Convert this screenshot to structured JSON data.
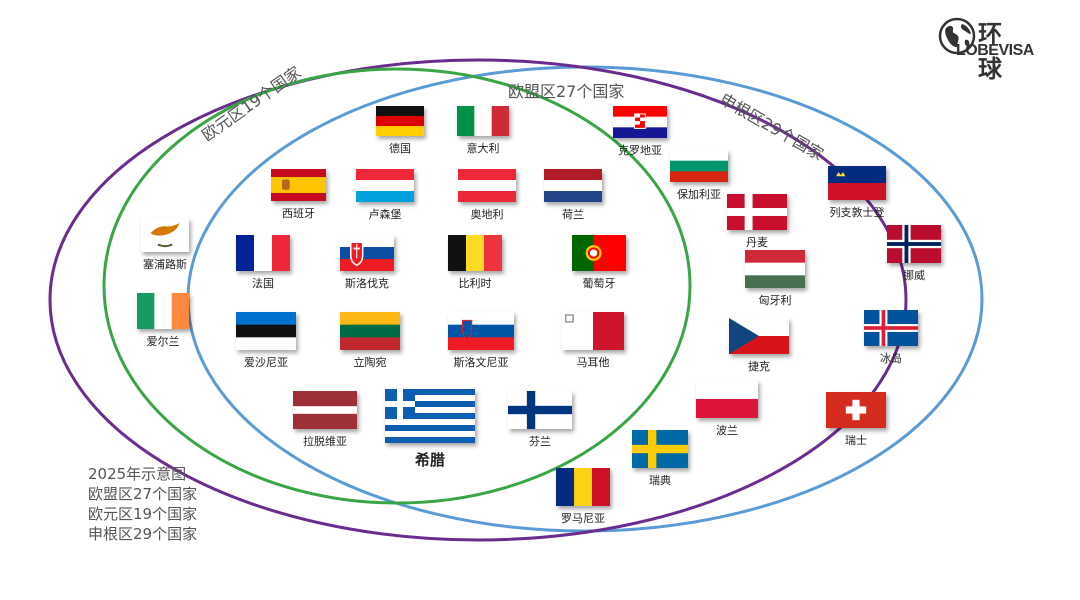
{
  "labels": {
    "eurozone": "欧元区19个国家",
    "eu": "欧盟区27个国家",
    "schengen": "申根区29个国家"
  },
  "legend": [
    "2025年示意图",
    "欧盟区27个国家",
    "欧元区19个国家",
    "申根区29个国家"
  ],
  "logo": {
    "cn": "环 球",
    "en": "LOBEVISA"
  },
  "colors": {
    "eurozone": "#3aa545",
    "eu": "#6a2c8e",
    "schengen": "#5b9bd5"
  },
  "countries": [
    {
      "name": "德国",
      "flag": "germany"
    },
    {
      "name": "意大利",
      "flag": "italy"
    },
    {
      "name": "西班牙",
      "flag": "spain"
    },
    {
      "name": "卢森堡",
      "flag": "luxembourg"
    },
    {
      "name": "奥地利",
      "flag": "austria"
    },
    {
      "name": "荷兰",
      "flag": "netherlands"
    },
    {
      "name": "法国",
      "flag": "france"
    },
    {
      "name": "斯洛伐克",
      "flag": "slovakia"
    },
    {
      "name": "比利时",
      "flag": "belgium"
    },
    {
      "name": "葡萄牙",
      "flag": "portugal"
    },
    {
      "name": "爱沙尼亚",
      "flag": "estonia"
    },
    {
      "name": "立陶宛",
      "flag": "lithuania"
    },
    {
      "name": "斯洛文尼亚",
      "flag": "slovenia"
    },
    {
      "name": "马耳他",
      "flag": "malta"
    },
    {
      "name": "拉脱维亚",
      "flag": "latvia"
    },
    {
      "name": "希腊",
      "flag": "greece"
    },
    {
      "name": "芬兰",
      "flag": "finland"
    },
    {
      "name": "塞浦路斯",
      "flag": "cyprus"
    },
    {
      "name": "爱尔兰",
      "flag": "ireland"
    },
    {
      "name": "克罗地亚",
      "flag": "croatia"
    },
    {
      "name": "保加利亚",
      "flag": "bulgaria"
    },
    {
      "name": "丹麦",
      "flag": "denmark"
    },
    {
      "name": "匈牙利",
      "flag": "hungary"
    },
    {
      "name": "捷克",
      "flag": "czechia"
    },
    {
      "name": "波兰",
      "flag": "poland"
    },
    {
      "name": "瑞典",
      "flag": "sweden"
    },
    {
      "name": "罗马尼亚",
      "flag": "romania"
    },
    {
      "name": "列支敦士登",
      "flag": "liechtenstein"
    },
    {
      "name": "挪威",
      "flag": "norway"
    },
    {
      "name": "冰岛",
      "flag": "iceland"
    },
    {
      "name": "瑞士",
      "flag": "switzerland"
    }
  ]
}
